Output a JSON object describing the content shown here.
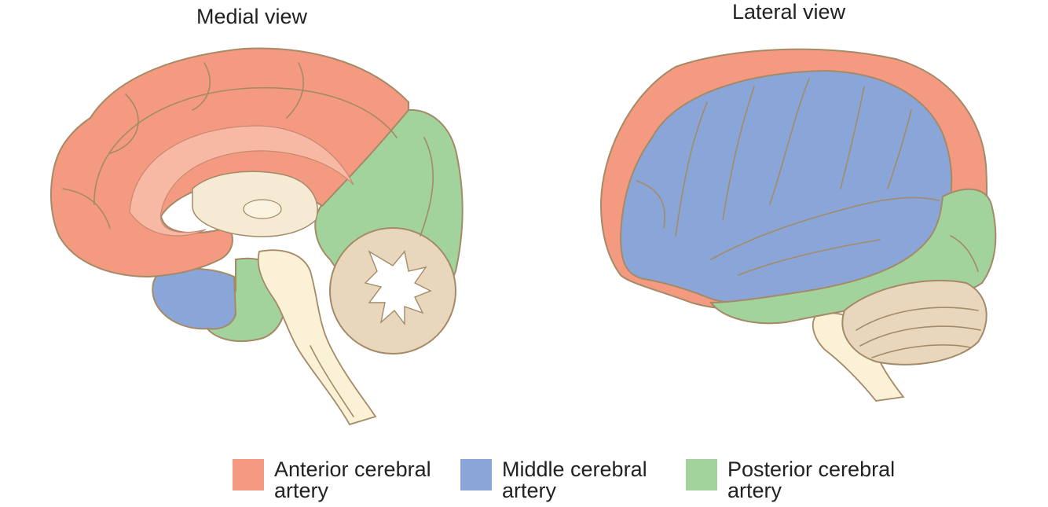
{
  "views": {
    "medial": {
      "title": "Medial view"
    },
    "lateral": {
      "title": "Lateral view"
    }
  },
  "legend": [
    {
      "label": "Anterior cerebral artery",
      "color": "#f49a80"
    },
    {
      "label": "Middle cerebral artery",
      "color": "#8aa6d8"
    },
    {
      "label": "Posterior cerebral artery",
      "color": "#a3d39c"
    }
  ],
  "colors": {
    "anterior": "#f49a80",
    "middle": "#8aa6d8",
    "posterior": "#a3d39c",
    "brainstem": "#fbf1d6",
    "cerebellum": "#e8d6bd",
    "outline": "#a58a67"
  }
}
